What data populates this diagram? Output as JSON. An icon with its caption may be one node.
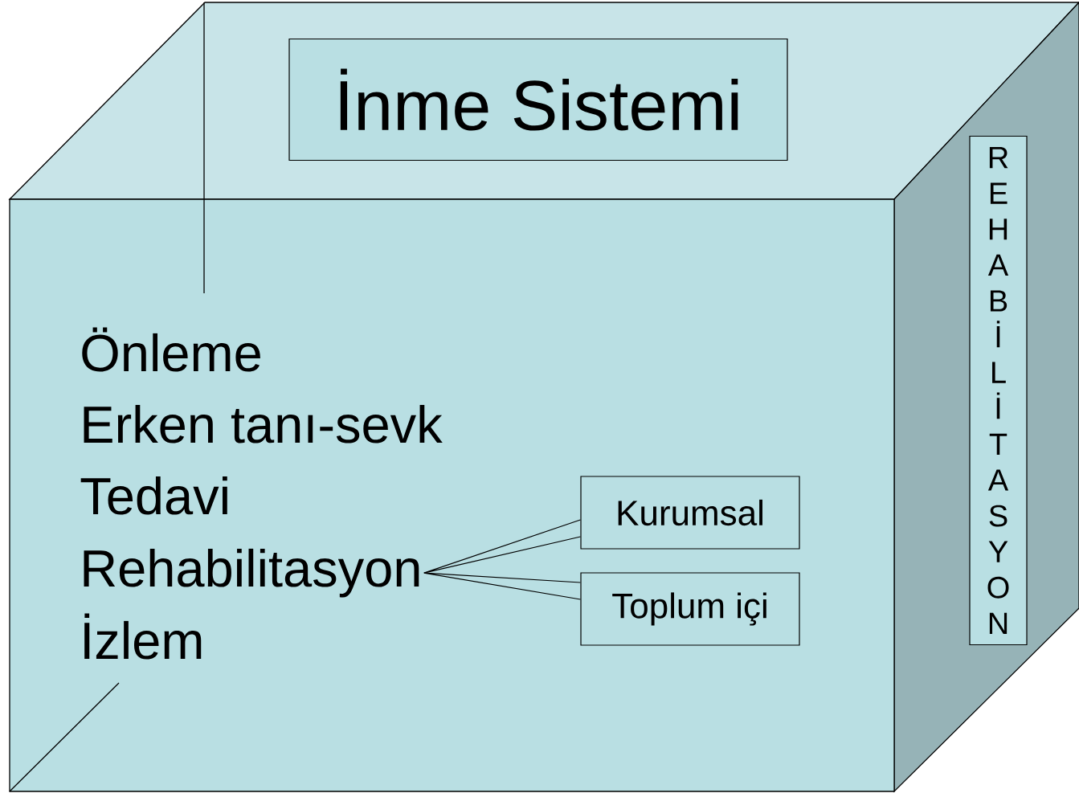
{
  "diagram": {
    "nodes": [
      {
        "text": [
          "İnme Sistemi"
        ]
      },
      {
        "text": [
          "REHABİLİTASYON"
        ]
      },
      {
        "text": [
          "Önleme"
        ]
      },
      {
        "text": [
          "Erken tanı-sevk"
        ]
      },
      {
        "text": [
          "Tedavi"
        ]
      },
      {
        "text": [
          "Rehabilitasyon"
        ]
      },
      {
        "text": [
          "İzlem"
        ]
      },
      {
        "text": [
          "Kurumsal"
        ]
      },
      {
        "text": [
          "Toplum içi"
        ]
      }
    ],
    "edges": [
      {
        "from": 7,
        "to": 5,
        "arrow": "none"
      },
      {
        "from": 8,
        "to": 5,
        "arrow": "none"
      }
    ]
  }
}
